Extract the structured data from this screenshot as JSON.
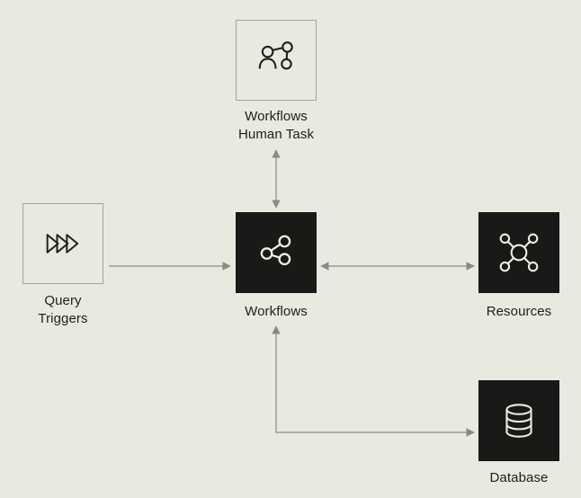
{
  "diagram": {
    "nodes": {
      "human_task": {
        "label": [
          "Workflows",
          "Human Task"
        ],
        "style": "light",
        "icon": "user-network-icon"
      },
      "query_triggers": {
        "label": [
          "Query",
          "Triggers"
        ],
        "style": "light",
        "icon": "triple-play-icon"
      },
      "workflows": {
        "label": [
          "Workflows"
        ],
        "style": "dark",
        "icon": "share-icon"
      },
      "resources": {
        "label": [
          "Resources"
        ],
        "style": "dark",
        "icon": "hub-icon"
      },
      "database": {
        "label": [
          "Database"
        ],
        "style": "dark",
        "icon": "database-icon"
      }
    },
    "edges": [
      {
        "from": "query_triggers",
        "to": "workflows",
        "direction": "one-way"
      },
      {
        "from": "workflows",
        "to": "human_task",
        "direction": "two-way"
      },
      {
        "from": "workflows",
        "to": "resources",
        "direction": "two-way"
      },
      {
        "from": "workflows",
        "to": "database",
        "direction": "two-way",
        "shape": "elbow"
      }
    ],
    "colors": {
      "background": "#e8eadf",
      "node_dark": "#191918",
      "node_light_border": "#a3a39b",
      "arrow": "#8a8a84",
      "icon_on_dark": "#edede4",
      "icon_on_light": "#1f1e1c",
      "text": "#1f1e1c"
    }
  }
}
